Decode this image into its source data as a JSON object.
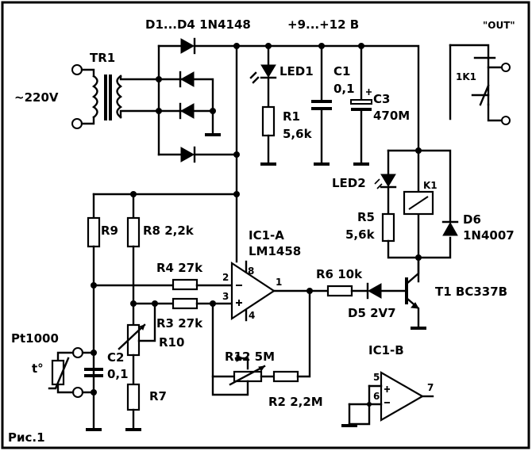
{
  "labels": {
    "diodes": "D1...D4 1N4148",
    "supply": "+9...+12 B",
    "out": "\"OUT\"",
    "tr1": "TR1",
    "mains": "~220V",
    "led1": "LED1",
    "c1": "C1",
    "c1_val": "0,1",
    "c3": "C3",
    "c3_val": "470M",
    "r1": "R1",
    "r1_val": "5,6k",
    "relay_contact": "1K1",
    "led2": "LED2",
    "k1": "K1",
    "r9": "R9",
    "r8": "R8 2,2k",
    "ic1a": "IC1-A",
    "ic1a_part": "LM1458",
    "r5": "R5",
    "r5_val": "5,6k",
    "d6": "D6",
    "d6_part": "1N4007",
    "r4": "R4 27k",
    "pin8": "8",
    "pin2": "2",
    "pin1": "1",
    "pin3": "3",
    "pin4": "4",
    "r6": "R6 10k",
    "t1": "T1 BC337B",
    "d5": "D5 2V7",
    "r3": "R3 27k",
    "r10": "R10",
    "pt1000": "Pt1000",
    "t_deg": "t°",
    "c2": "C2",
    "c2_val": "0,1",
    "r12": "R12 5M",
    "ic1b": "IC1-B",
    "pin5": "5",
    "pin6": "6",
    "pin7": "7",
    "r7": "R7",
    "r2": "R2 2,2M",
    "fig": "Рис.1"
  }
}
